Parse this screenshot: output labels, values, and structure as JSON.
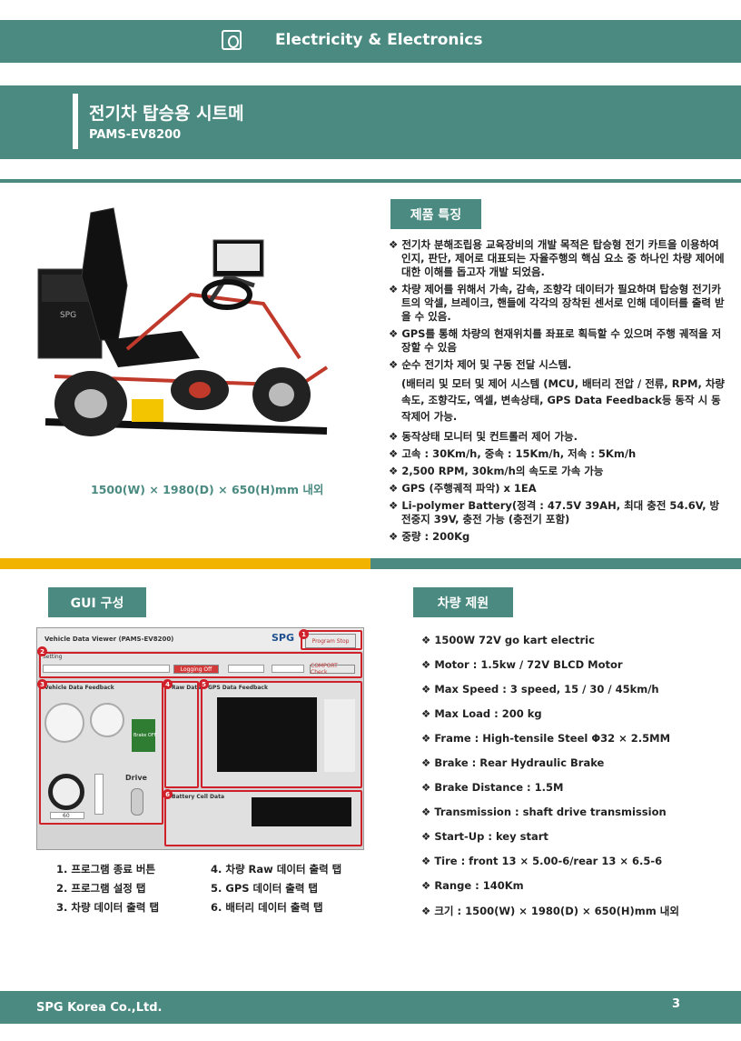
{
  "header": {
    "title": "Electricity & Electronics"
  },
  "product": {
    "title": "전기차 탑승용 시트메",
    "model": "PAMS-EV8200"
  },
  "photo": {
    "caption": "1500(W) × 1980(D) × 650(H)mm 내외",
    "kart_label": "SPG"
  },
  "features": {
    "heading": "제품 특징",
    "items": [
      "❖ 전기차 분해조립용 교육장비의 개발 목적은 탑승형 전기 카트을 이용하여 인지, 판단, 제어로 대표되는 자율주행의 핵심 요소 중 하나인 차량 제어에 대한 이해를 돕고자 개발 되었음.",
      "❖ 차량 제어를 위해서 가속, 감속, 조향각 데이터가 필요하며 탑승형 전기카트의 악셀, 브레이크, 핸들에 각각의 장착된 센서로 인해 데이터를 출력 받을 수 있음.",
      "❖ GPS를 통해 차량의 현재위치를 좌표로 획득할 수 있으며 주행 궤적을 저장할 수 있음",
      "❖ 순수 전기차 제어 및 구동 전달 시스템.",
      "(배터리 및 모터 및 제어 시스템 (MCU, 배터리 전압 / 전류, RPM, 차량속도, 조향각도, 엑셀, 변속상태, GPS Data Feedback등 동작 시 동작제어  가능.",
      "❖ 동작상태 모니터 및 컨트롤러 제어 가능.",
      "❖ 고속 : 30Km/h, 중속 : 15Km/h, 저속 : 5Km/h",
      "❖ 2,500 RPM, 30km/h의 속도로 가속 가능",
      "❖ GPS (주행궤적 파악) x 1EA",
      "❖ Li-polymer Battery(정격 : 47.5V 39AH, 최대 충전 54.6V, 방전중지 39V, 충전 가능 (충전기 포함)",
      "❖ 중량 : 200Kg"
    ]
  },
  "gui": {
    "heading": "GUI 구성",
    "window_title": "Vehicle Data Viewer (PAMS-EV8200)",
    "logo": "SPG",
    "program_stop": "Program Stop",
    "setting": "Setting",
    "logging_off": "Logging Off",
    "comport_check": "COMPORT Check",
    "vehicle_feedback": "Vehicle Data Feedback",
    "raw_data": "Raw Data",
    "gps_feedback": "GPS Data Feedback",
    "battery": "Battery Cell Data",
    "drive": "Drive",
    "brake_off": "Brake OFF",
    "rpm_value": "60",
    "markers": [
      "1",
      "2",
      "3",
      "4",
      "5",
      "6"
    ],
    "legend": [
      "1.   프로그램 종료 버튼",
      "2.   프로그램 설정 탭",
      "3.   차량 데이터 출력 탭",
      "4.   차량 Raw 데이터 출력 탭",
      "5.   GPS 데이터 출력 탭",
      "6.   배터리 데이터 출력 탭"
    ]
  },
  "specs": {
    "heading": "차량 제원",
    "items": [
      "❖ 1500W 72V go kart electric",
      "❖ Motor : 1.5kw / 72V BLCD Motor",
      "❖ Max Speed : 3 speed, 15 / 30 / 45km/h",
      "❖ Max Load : 200 kg",
      "❖ Frame : High-tensile Steel Φ32 × 2.5MM",
      "❖ Brake : Rear Hydraulic Brake",
      "❖ Brake Distance : 1.5M",
      "❖ Transmission : shaft drive transmission",
      "❖ Start-Up : key start",
      "❖ Tire : front 13 × 5.00-6/rear 13 × 6.5-6",
      "❖ Range : 140Km",
      "❖ 크기 : 1500(W) × 1980(D) × 650(H)mm 내외"
    ]
  },
  "footer": {
    "company": "SPG Korea Co.,Ltd.",
    "page": "3"
  },
  "colors": {
    "teal": "#4a8a80",
    "yellow": "#f2b300",
    "red": "#d0202a"
  }
}
